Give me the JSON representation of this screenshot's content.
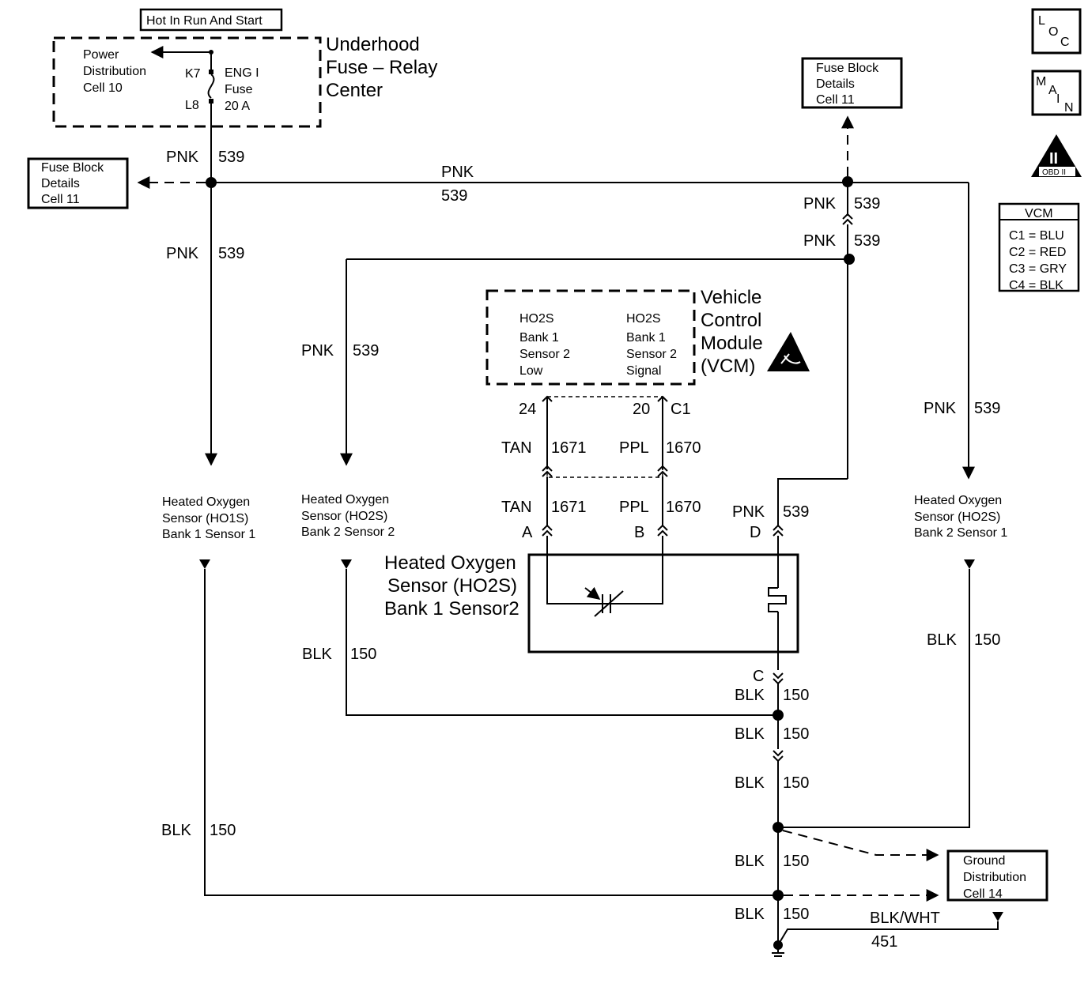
{
  "labels": {
    "hot_run_start": "Hot In Run And Start",
    "power_dist": [
      "Power",
      "Distribution",
      "Cell 10"
    ],
    "k7": "K7",
    "l8": "L8",
    "fuse": [
      "ENG I",
      "Fuse",
      "20 A"
    ],
    "underhood": [
      "Underhood",
      "Fuse – Relay",
      "Center"
    ],
    "fuse_block_left": [
      "Fuse Block",
      "Details",
      "Cell 11"
    ],
    "fuse_block_right": [
      "Fuse Block",
      "Details",
      "Cell 11"
    ],
    "loc": [
      "L",
      "O",
      "C"
    ],
    "main": [
      "M",
      "A",
      "I",
      "N"
    ],
    "obd": [
      "II",
      "OBD II"
    ],
    "vcm_legend": [
      "VCM",
      "C1 = BLU",
      "C2 = RED",
      "C3 = GRY",
      "C4 = BLK"
    ],
    "vcm_pin_low": [
      "HO2S",
      "Bank 1",
      "Sensor 2",
      "Low"
    ],
    "vcm_pin_signal": [
      "HO2S",
      "Bank 1",
      "Sensor 2",
      "Signal"
    ],
    "vcm_title": [
      "Vehicle",
      "Control",
      "Module",
      "(VCM)"
    ],
    "pin24": "24",
    "pin20": "20",
    "c1": "C1",
    "pnk": "PNK",
    "n539": "539",
    "tan": "TAN",
    "n1671": "1671",
    "ppl": "PPL",
    "n1670": "1670",
    "blk": "BLK",
    "n150": "150",
    "a": "A",
    "b": "B",
    "c": "C",
    "d": "D",
    "ho1s_b1s1": [
      "Heated Oxygen",
      "Sensor (HO1S)",
      "Bank 1 Sensor 1"
    ],
    "ho2s_b2s2": [
      "Heated Oxygen",
      "Sensor (HO2S)",
      "Bank 2 Sensor 2"
    ],
    "ho2s_b2s1": [
      "Heated Oxygen",
      "Sensor (HO2S)",
      "Bank 2 Sensor 1"
    ],
    "ho2s_b1s2": [
      "Heated Oxygen",
      "Sensor (HO2S)",
      "Bank 1 Sensor2"
    ],
    "ground_dist": [
      "Ground",
      "Distribution",
      "Cell 14"
    ],
    "blk_wht": "BLK/WHT",
    "n451": "451"
  }
}
